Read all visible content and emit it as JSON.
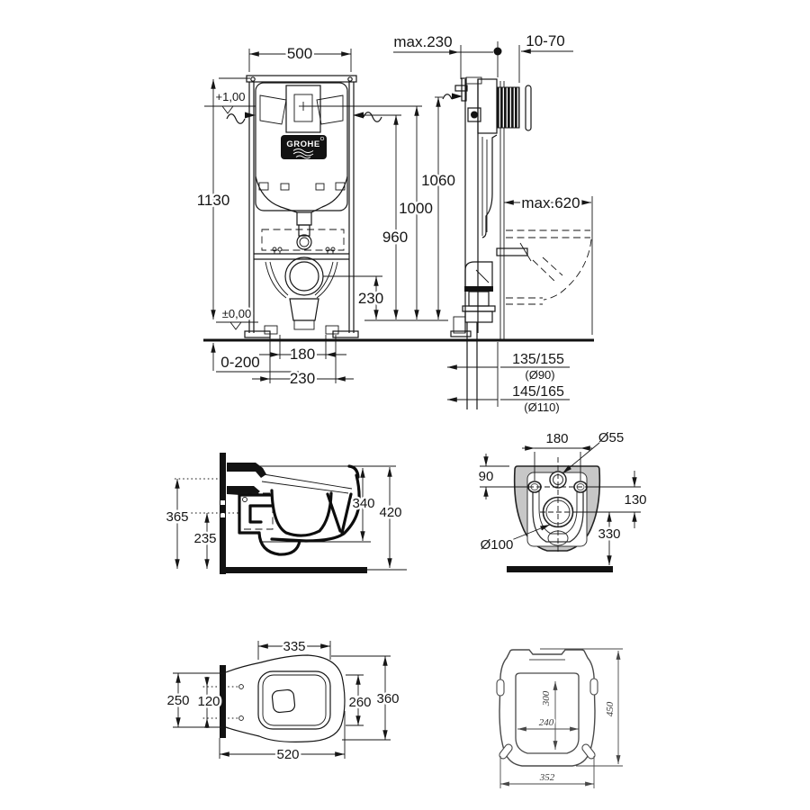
{
  "doc": {
    "type": "wall-hung toilet installation drawing"
  },
  "brand": {
    "logo": "GROHE"
  },
  "frame_front": {
    "width": "500",
    "height": "1130",
    "level_top": "+1,00",
    "level_zero": "±0,00",
    "floor_buildup": "0-200",
    "outlet_spacing_inner": "180",
    "outlet_spacing_outer": "230",
    "drain_height": "230",
    "h_min": "960",
    "h_mid": "1000",
    "h_top": "1060"
  },
  "frame_side": {
    "depth_max": "max.230",
    "plate_depth": "10-70",
    "bowl_depth_max": "max.620",
    "drain_offset_90": "135/155",
    "drain_dia_90": "(Ø90)",
    "drain_offset_110": "145/165",
    "drain_dia_110": "(Ø110)"
  },
  "bowl_side": {
    "height_back": "365",
    "drain_center": "235",
    "height_front": "340",
    "depth_total": "420"
  },
  "bowl_rear": {
    "bolt_spacing": "180",
    "inlet_dia": "Ø55",
    "top_to_bolts": "90",
    "bolts_to_drain": "130",
    "drain_height": "330",
    "drain_dia": "Ø100"
  },
  "bowl_top": {
    "rim_width": "335",
    "back_width": "250",
    "hinge_spacing": "120",
    "inner_length": "260",
    "width_total": "360",
    "length_total": "520"
  },
  "seat": {
    "inner_length": "300",
    "inner_width": "240",
    "length": "450",
    "width": "352"
  }
}
